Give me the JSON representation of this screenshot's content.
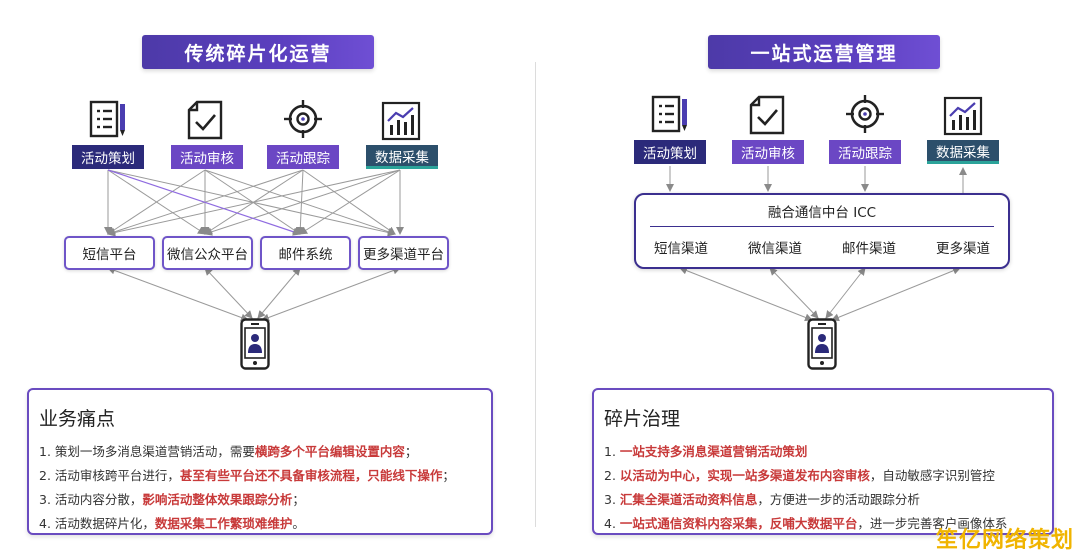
{
  "left": {
    "title": "传统碎片化运营",
    "tags": [
      {
        "label": "活动策划",
        "icon": "document-list-icon"
      },
      {
        "label": "活动审核",
        "icon": "checklist-icon"
      },
      {
        "label": "活动跟踪",
        "icon": "target-icon"
      },
      {
        "label": "数据采集",
        "icon": "bar-chart-icon"
      }
    ],
    "channels": [
      "短信平台",
      "微信公众平台",
      "邮件系统",
      "更多渠道平台"
    ],
    "panel": {
      "title": "业务痛点",
      "items": [
        {
          "normal": "1. 策划一场多消息渠道营销活动，需要",
          "highlight": "横跨多个平台编辑设置内容",
          "tail": "；"
        },
        {
          "normal": "2. 活动审核跨平台进行，",
          "highlight": "甚至有些平台还不具备审核流程，只能线下操作",
          "tail": "；"
        },
        {
          "normal": "3. 活动内容分散，",
          "highlight": "影响活动整体效果跟踪分析",
          "tail": "；"
        },
        {
          "normal": "4. 活动数据碎片化，",
          "highlight": "数据采集工作繁琐难维护",
          "tail": "。"
        }
      ]
    }
  },
  "right": {
    "title": "一站式运营管理",
    "tags": [
      {
        "label": "活动策划",
        "icon": "document-list-icon"
      },
      {
        "label": "活动审核",
        "icon": "checklist-icon"
      },
      {
        "label": "活动跟踪",
        "icon": "target-icon"
      },
      {
        "label": "数据采集",
        "icon": "bar-chart-icon"
      }
    ],
    "icc": {
      "title": "融合通信中台 ICC",
      "channels": [
        "短信渠道",
        "微信渠道",
        "邮件渠道",
        "更多渠道"
      ]
    },
    "panel": {
      "title": "碎片治理",
      "items": [
        {
          "prefix": "1. ",
          "highlight": "一站支持多消息渠道营销活动策划",
          "tail": ""
        },
        {
          "prefix": "2. ",
          "highlight": "以活动为中心，实现一站多渠道发布内容审核",
          "tail": "，自动敏感字识别管控"
        },
        {
          "prefix": "3. ",
          "highlight": "汇集全渠道活动资料信息",
          "tail": "，方便进一步的活动跟踪分析"
        },
        {
          "prefix": "4. ",
          "highlight": "一站式通信资料内容采集，反哺大数据平台",
          "tail": "，进一步完善客户画像体系"
        }
      ]
    }
  },
  "watermark": "笙亿网络策划",
  "colors": {
    "accent": "#5b3fbf",
    "highlight": "#c83a3a",
    "tag_dark": "#2b2a7a",
    "tag_purple": "#6b47c4",
    "tag_teal": "#2c4f6b"
  }
}
